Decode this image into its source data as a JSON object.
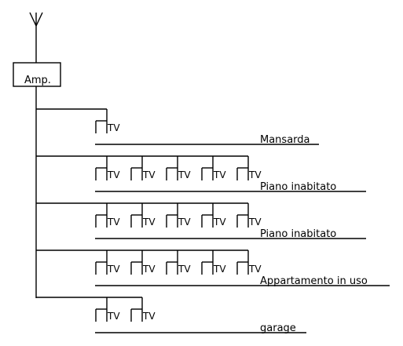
{
  "amplifier": {
    "label": "Amp."
  },
  "tv_label": "TV",
  "floors": [
    {
      "name": "Mansarda",
      "tv_count": 1
    },
    {
      "name": "Piano inabitato",
      "tv_count": 5
    },
    {
      "name": "Piano inabitato",
      "tv_count": 5
    },
    {
      "name": "Appartamento in uso",
      "tv_count": 5
    },
    {
      "name": "garage",
      "tv_count": 2
    }
  ]
}
